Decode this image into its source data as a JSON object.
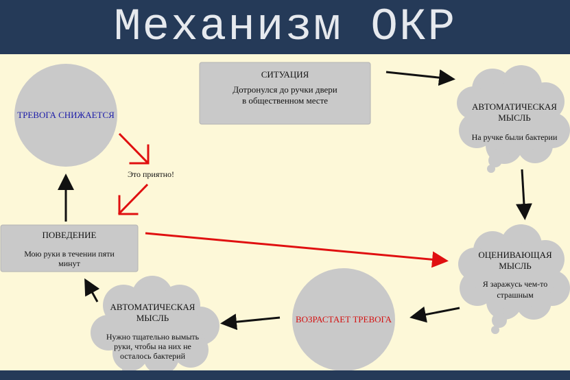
{
  "title": "Механизм ОКР",
  "colors": {
    "header_bg": "#253a58",
    "page_bg": "#fdf8d8",
    "shape_fill": "#c9c9c9",
    "black_arrow": "#111111",
    "red_arrow": "#e01010",
    "blue_text": "#1a1aa8",
    "red_text": "#d41010"
  },
  "nodes": {
    "situation": {
      "heading": "СИТУАЦИЯ",
      "text": "Дотронулся до ручки двери в общественном месте"
    },
    "auto_thought_top": {
      "heading": "АВТОМАТИЧЕСКАЯ МЫСЛЬ",
      "text": "На ручке были бактерии"
    },
    "evaluating_thought": {
      "heading": "ОЦЕНИВАЮЩАЯ МЫСЛЬ",
      "text": "Я заражусь чем-то страшным"
    },
    "anxiety_rises": {
      "text": "ВОЗРАСТАЕТ ТРЕВОГА"
    },
    "auto_thought_bottom": {
      "heading": "АВТОМАТИЧЕСКАЯ МЫСЛЬ",
      "text": "Нужно тщательно вымыть руки, чтобы на них не осталось бактерий"
    },
    "behavior": {
      "heading": "ПОВЕДЕНИЕ",
      "text": "Мою руки в течении пяти минут"
    },
    "anxiety_falls": {
      "text": "ТРЕВОГА СНИЖАЕТСЯ"
    },
    "pleasant_note": {
      "text": "Это приятно!"
    }
  }
}
